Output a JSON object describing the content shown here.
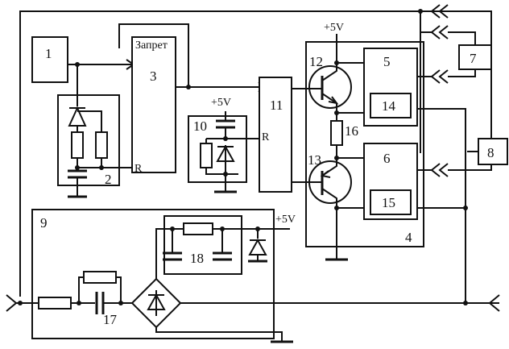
{
  "blocks": {
    "b1": "1",
    "b2": "2",
    "b3": "3",
    "b4": "4",
    "b5": "5",
    "b6": "6",
    "b7": "7",
    "b8": "8",
    "b9": "9",
    "b10": "10",
    "b11": "11",
    "b12": "12",
    "b13": "13",
    "b14": "14",
    "b15": "15",
    "b16": "16",
    "b17": "17",
    "b18": "18"
  },
  "labels": {
    "inhibit": "Запрет",
    "reset_b3": "R",
    "reset_b11": "R",
    "vcc_top": "+5V",
    "vcc_b10": "+5V",
    "vcc_b9": "+5V"
  }
}
